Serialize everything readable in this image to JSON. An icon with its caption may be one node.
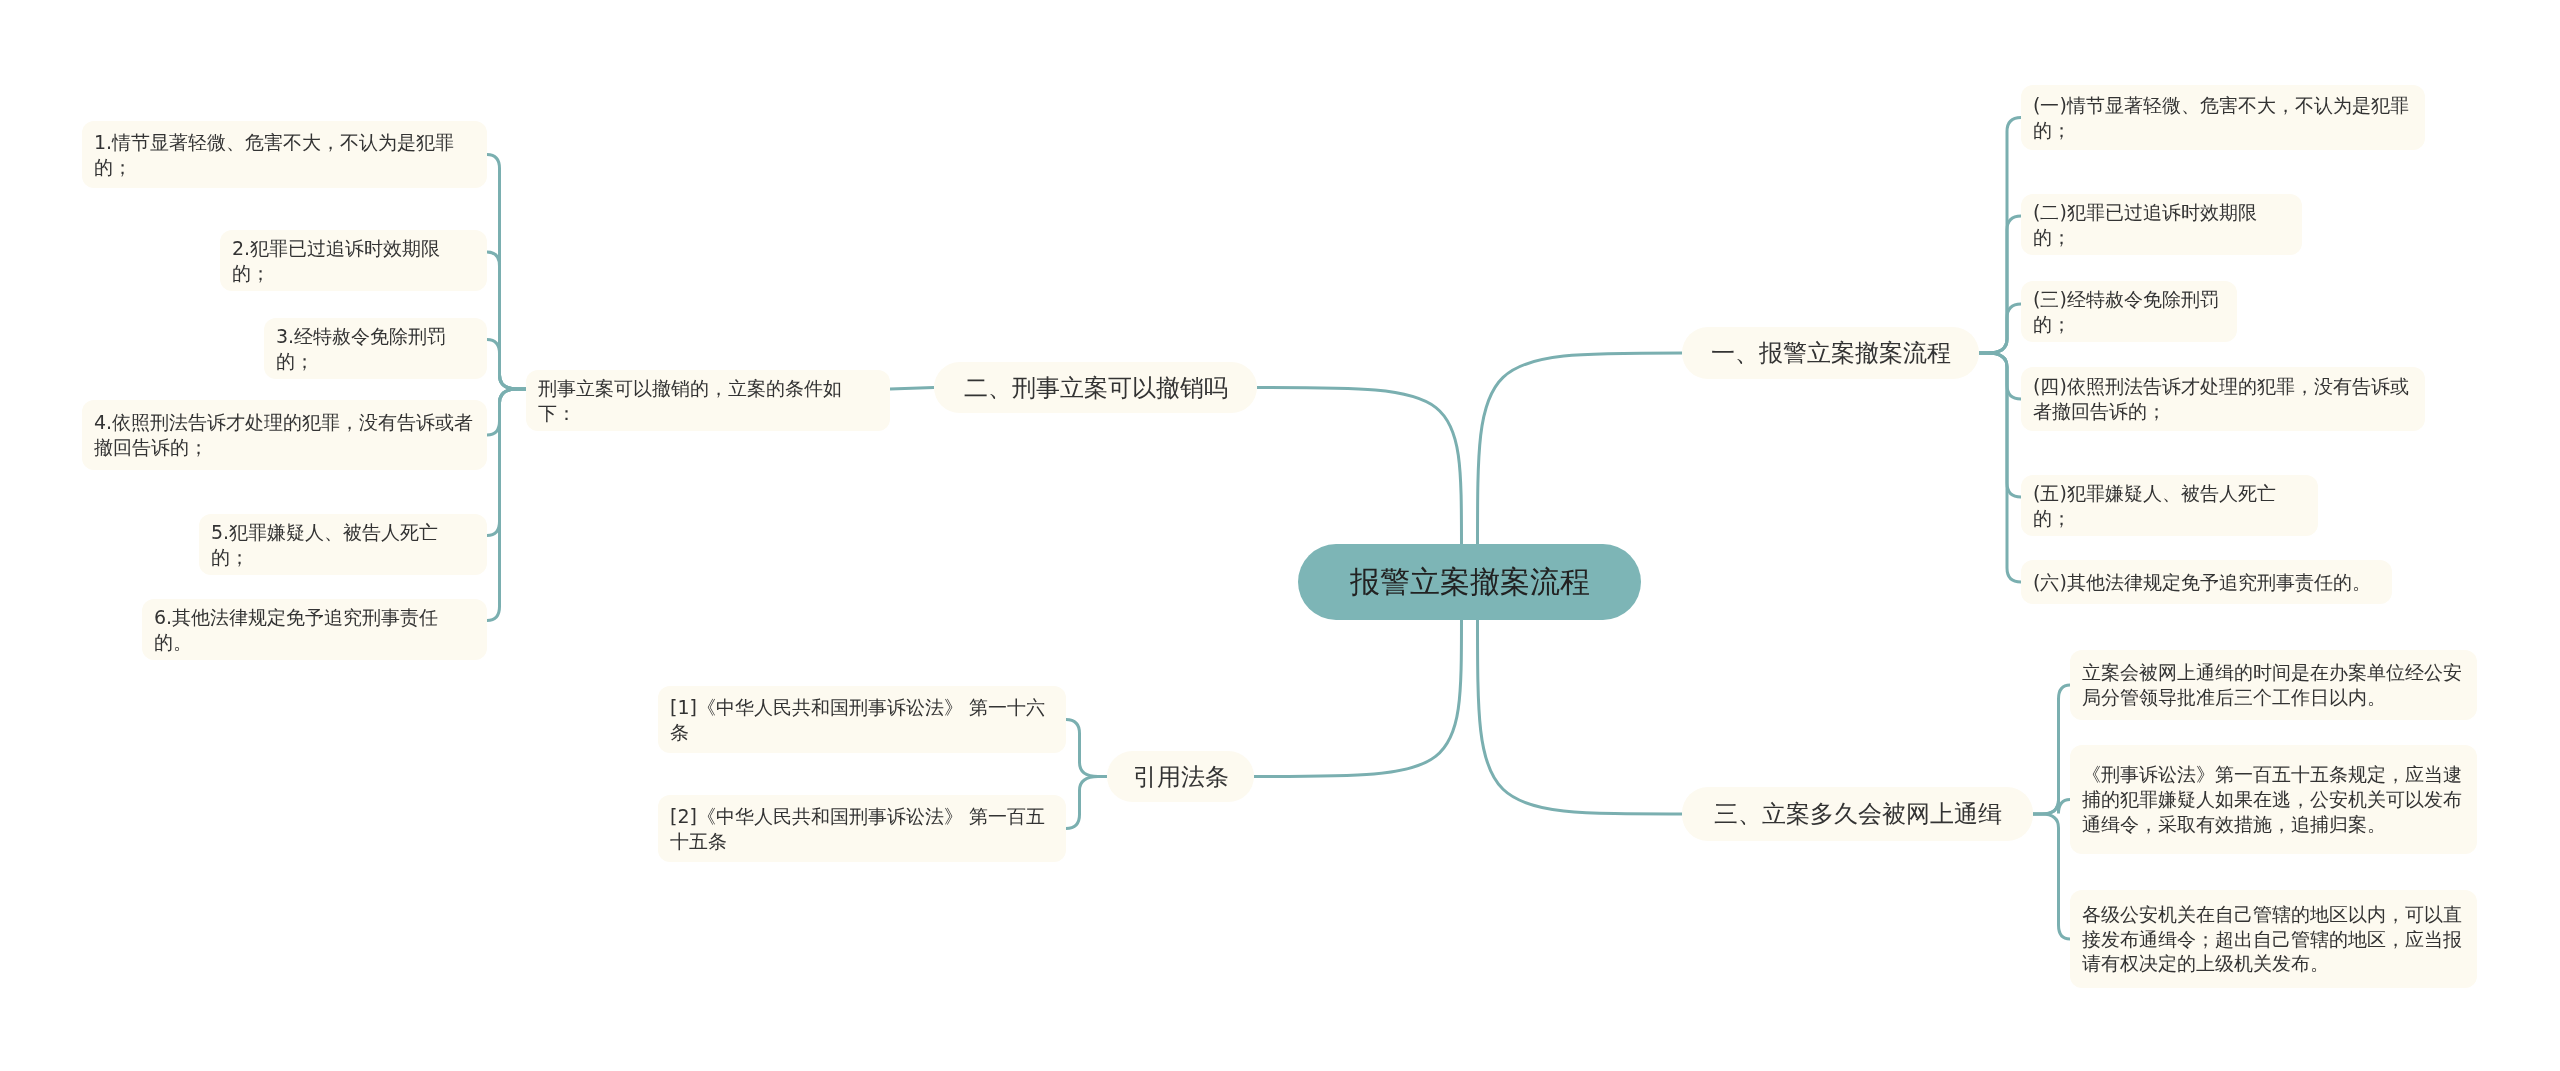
{
  "diagram": {
    "nodes": [
      {
        "text": [
          "报警立案撤案流程"
        ]
      },
      {
        "text": [
          "一、报警立案撤案流程"
        ]
      },
      {
        "text": [
          "(一)情节显著轻微、危害不大，不认为是犯罪的；"
        ]
      },
      {
        "text": [
          "(二)犯罪已过追诉时效期限的；"
        ]
      },
      {
        "text": [
          "(三)经特赦令免除刑罚的；"
        ]
      },
      {
        "text": [
          "(四)依照刑法告诉才处理的犯罪，没有告诉或者撤回告诉的；"
        ]
      },
      {
        "text": [
          "(五)犯罪嫌疑人、被告人死亡的；"
        ]
      },
      {
        "text": [
          "(六)其他法律规定免予追究刑事责任的。"
        ]
      },
      {
        "text": [
          "二、刑事立案可以撤销吗"
        ]
      },
      {
        "text": [
          "刑事立案可以撤销的，立案的条件如下："
        ]
      },
      {
        "text": [
          "1.情节显著轻微、危害不大，不认为是犯罪的；"
        ]
      },
      {
        "text": [
          "2.犯罪已过追诉时效期限的；"
        ]
      },
      {
        "text": [
          "3.经特赦令免除刑罚的；"
        ]
      },
      {
        "text": [
          "4.依照刑法告诉才处理的犯罪，没有告诉或者撤回告诉的；"
        ]
      },
      {
        "text": [
          "5.犯罪嫌疑人、被告人死亡的；"
        ]
      },
      {
        "text": [
          "6.其他法律规定免予追究刑事责任的。"
        ]
      },
      {
        "text": [
          "引用法条"
        ]
      },
      {
        "text": [
          "[1]《中华人民共和国刑事诉讼法》 第一十六条"
        ]
      },
      {
        "text": [
          "[2]《中华人民共和国刑事诉讼法》 第一百五十五条"
        ]
      },
      {
        "text": [
          "三、立案多久会被网上通缉"
        ]
      },
      {
        "text": [
          "立案会被网上通缉的时间是在办案单位经公安局分管领导批准后三个工作日以内。"
        ]
      },
      {
        "text": [
          "《刑事诉讼法》第一百五十五条规定，应当逮捕的犯罪嫌疑人如果在逃，公安机关可以发布通缉令，采取有效措施，追捕归案。"
        ]
      },
      {
        "text": [
          "各级公安机关在自己管辖的地区以内，可以直接发布通缉令；超出自己管辖的地区，应当报请有权决定的上级机关发布。"
        ]
      }
    ],
    "edges": [
      {
        "from": 0,
        "to": 1,
        "arrow": "none"
      },
      {
        "from": 0,
        "to": 8,
        "arrow": "none"
      },
      {
        "from": 0,
        "to": 16,
        "arrow": "none"
      },
      {
        "from": 0,
        "to": 19,
        "arrow": "none"
      },
      {
        "from": 1,
        "to": 2,
        "arrow": "none"
      },
      {
        "from": 1,
        "to": 3,
        "arrow": "none"
      },
      {
        "from": 1,
        "to": 4,
        "arrow": "none"
      },
      {
        "from": 1,
        "to": 5,
        "arrow": "none"
      },
      {
        "from": 1,
        "to": 6,
        "arrow": "none"
      },
      {
        "from": 1,
        "to": 7,
        "arrow": "none"
      },
      {
        "from": 8,
        "to": 9,
        "arrow": "none"
      },
      {
        "from": 9,
        "to": 10,
        "arrow": "none"
      },
      {
        "from": 9,
        "to": 11,
        "arrow": "none"
      },
      {
        "from": 9,
        "to": 12,
        "arrow": "none"
      },
      {
        "from": 9,
        "to": 13,
        "arrow": "none"
      },
      {
        "from": 9,
        "to": 14,
        "arrow": "none"
      },
      {
        "from": 9,
        "to": 15,
        "arrow": "none"
      },
      {
        "from": 16,
        "to": 17,
        "arrow": "none"
      },
      {
        "from": 16,
        "to": 18,
        "arrow": "none"
      },
      {
        "from": 19,
        "to": 20,
        "arrow": "none"
      },
      {
        "from": 19,
        "to": 21,
        "arrow": "none"
      },
      {
        "from": 19,
        "to": 22,
        "arrow": "none"
      }
    ]
  }
}
